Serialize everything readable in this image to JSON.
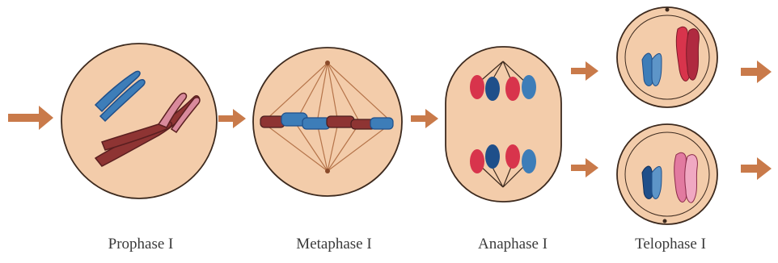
{
  "stages": [
    {
      "label": "Prophase I"
    },
    {
      "label": "Metaphase I"
    },
    {
      "label": "Anaphase I"
    },
    {
      "label": "Telophase I"
    }
  ],
  "colors": {
    "cell_fill": "#f3ccaa",
    "cell_outline": "#3d2a1e",
    "arrow": "#c97a4a",
    "chromosome_blue": "#3d7db8",
    "chromosome_blue_dark": "#1f4f8a",
    "chromosome_red": "#8e3433",
    "chromosome_red_bright": "#d8344c",
    "chromosome_pink": "#e27aa0",
    "spindle": "#b5744a"
  }
}
